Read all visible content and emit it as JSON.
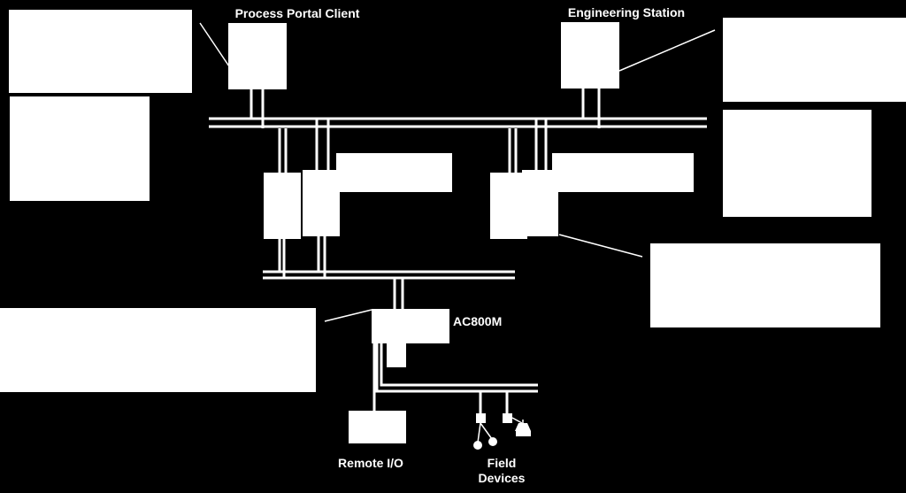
{
  "labels": {
    "process_portal_client": "Process Portal Client",
    "engineering_station": "Engineering Station",
    "controller": "AC800M",
    "remote_io": "Remote I/O",
    "field_devices_line1": "Field",
    "field_devices_line2": "Devices"
  },
  "colors": {
    "background": "#000000",
    "foreground": "#ffffff"
  }
}
